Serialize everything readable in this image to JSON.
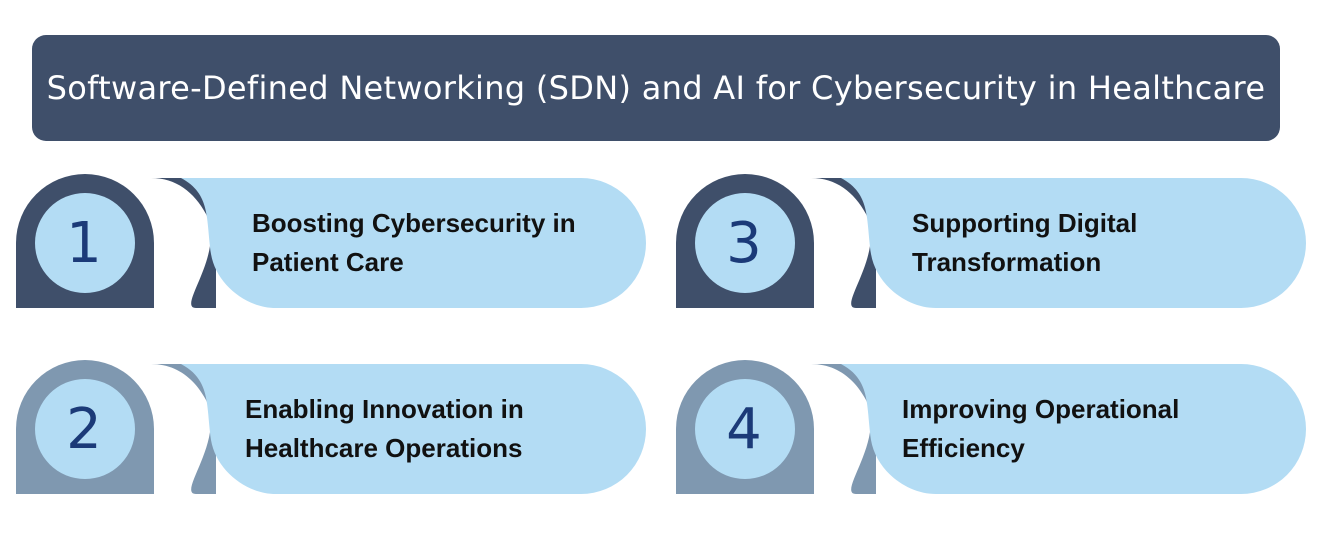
{
  "title": "Software-Defined Networking (SDN) and AI for Cybersecurity in Healthcare",
  "colors": {
    "banner": "#3f4f6a",
    "pill": "#b3dcf4",
    "dark_accent": "#3f4f6a",
    "light_accent": "#7f98b0",
    "number_text": "#1b3a78"
  },
  "items": [
    {
      "number": "1",
      "label": "Boosting Cybersecurity in\nPatient Care",
      "accent": "dark"
    },
    {
      "number": "2",
      "label": "Enabling Innovation in\nHealthcare Operations",
      "accent": "light"
    },
    {
      "number": "3",
      "label": "Supporting Digital\nTransformation",
      "accent": "dark"
    },
    {
      "number": "4",
      "label": "Improving Operational\nEfficiency",
      "accent": "light"
    }
  ]
}
